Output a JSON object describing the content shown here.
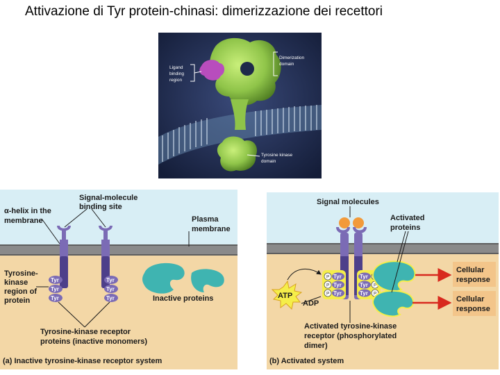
{
  "slide": {
    "title": "Attivazione di Tyr protein-chinasi: dimerizzazione dei recettori"
  },
  "micrograph": {
    "labels": {
      "ligand_binding_region": [
        "Ligand",
        "binding",
        "region"
      ],
      "dimerization_domain": [
        "Dimerization",
        "domain"
      ],
      "tyrosine_kinase_domain": [
        "Tyrosine kinase",
        "domain"
      ]
    }
  },
  "panel_a": {
    "caption": "(a) Inactive tyrosine-kinase receptor system",
    "labels": {
      "alpha_helix": [
        "α-helix in the",
        "membrane"
      ],
      "signal_site": [
        "Signal-molecule",
        "binding site"
      ],
      "plasma_membrane": [
        "Plasma",
        "membrane"
      ],
      "tk_region": [
        "Tyrosine-",
        "kinase",
        "region of",
        "protein"
      ],
      "inactive_proteins": "Inactive proteins",
      "receptor_proteins": [
        "Tyrosine-kinase receptor",
        "proteins (inactive monomers)"
      ]
    },
    "tyr_label": "Tyr"
  },
  "panel_b": {
    "caption": "(b) Activated system",
    "labels": {
      "signal_molecules": "Signal molecules",
      "activated_proteins": [
        "Activated",
        "proteins"
      ],
      "atp": "ATP",
      "adp": "ADP",
      "activated_receptor": [
        "Activated tyrosine-kinase",
        "receptor (phosphorylated",
        "dimer)"
      ],
      "cellular_response_1": [
        "Cellular",
        "response"
      ],
      "cellular_response_2": [
        "Cellular",
        "response"
      ]
    },
    "tyr_label": "Tyr",
    "phosphate_label": "P"
  },
  "colors": {
    "sky": "#d8eef5",
    "membrane": "#8a8a8a",
    "cytoplasm": "#f3d7a6",
    "receptor": "#7b6bb5",
    "receptor_dark": "#4d3f8a",
    "inactive_protein": "#3fb4b1",
    "signal_molecule": "#f29a3a",
    "phosphate_highlight": "#f5ee4a",
    "response_box": "#f3c58a",
    "arrow_red": "#d8291e",
    "micrograph_bg": "#1c2a4f",
    "protein_green": "#8fc449"
  }
}
